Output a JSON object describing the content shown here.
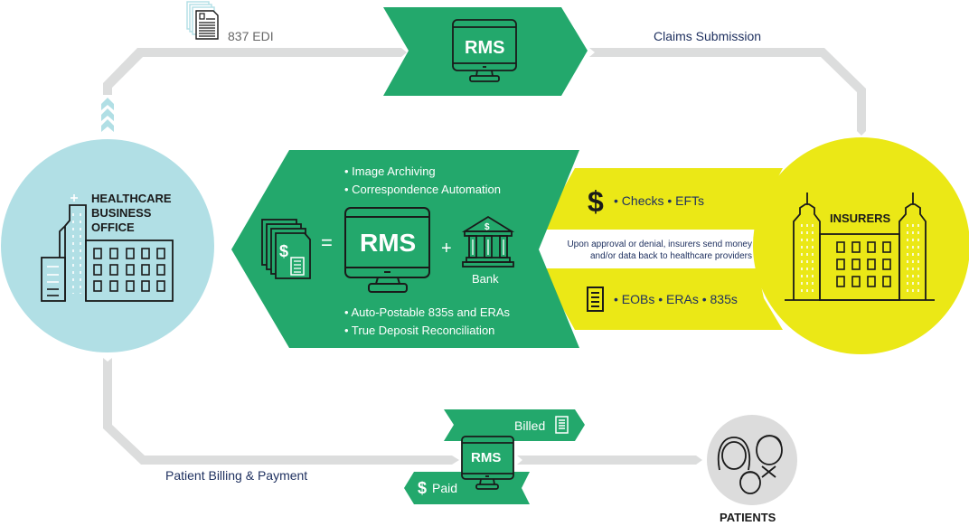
{
  "title": "Healthcare revenue cycle with RMS",
  "colors": {
    "green": "#23a86c",
    "yellow": "#ebe816",
    "light_blue": "#b1dfe5",
    "path_grey": "#dcdddd",
    "patients_grey": "#dcdcdc",
    "navy_text": "#1f3160",
    "icon_stroke": "#1a1a1a"
  },
  "nodes": {
    "healthcare": {
      "label_lines": [
        "HEALTHCARE",
        "BUSINESS",
        "OFFICE"
      ],
      "icon": "hospital-building-icon"
    },
    "insurers": {
      "label": "INSURERS",
      "icon": "insurer-building-icon"
    },
    "patients": {
      "label": "PATIENTS",
      "icon": "family-icon"
    }
  },
  "flows": {
    "edi": {
      "label": "837 EDI",
      "icon": "edi-documents-icon"
    },
    "claims": {
      "label": "Claims Submission"
    },
    "top_rms": {
      "label": "RMS",
      "icon": "monitor-icon"
    },
    "billing": {
      "label": "Patient Billing & Payment"
    }
  },
  "center": {
    "rms_label": "RMS",
    "equals": "=",
    "plus": "+",
    "bank_label": "Bank",
    "bank_symbol": "$",
    "doc_symbol": "$",
    "top_bullets": [
      "• Image Archiving",
      "• Correspondence Automation"
    ],
    "bottom_bullets": [
      "• Auto-Postable 835s and ERAs",
      "• True Deposit Reconciliation"
    ]
  },
  "return": {
    "money": {
      "symbol": "$",
      "text": "• Checks • EFTs"
    },
    "note_lines": [
      "Upon approval or denial, insurers send money",
      "and/or data back to healthcare providers"
    ],
    "data": {
      "text": "• EOBs • ERAs • 835s",
      "icon": "document-icon"
    }
  },
  "billing_hub": {
    "rms_label": "RMS",
    "billed_label": "Billed",
    "paid_label": "Paid",
    "paid_symbol": "$"
  }
}
